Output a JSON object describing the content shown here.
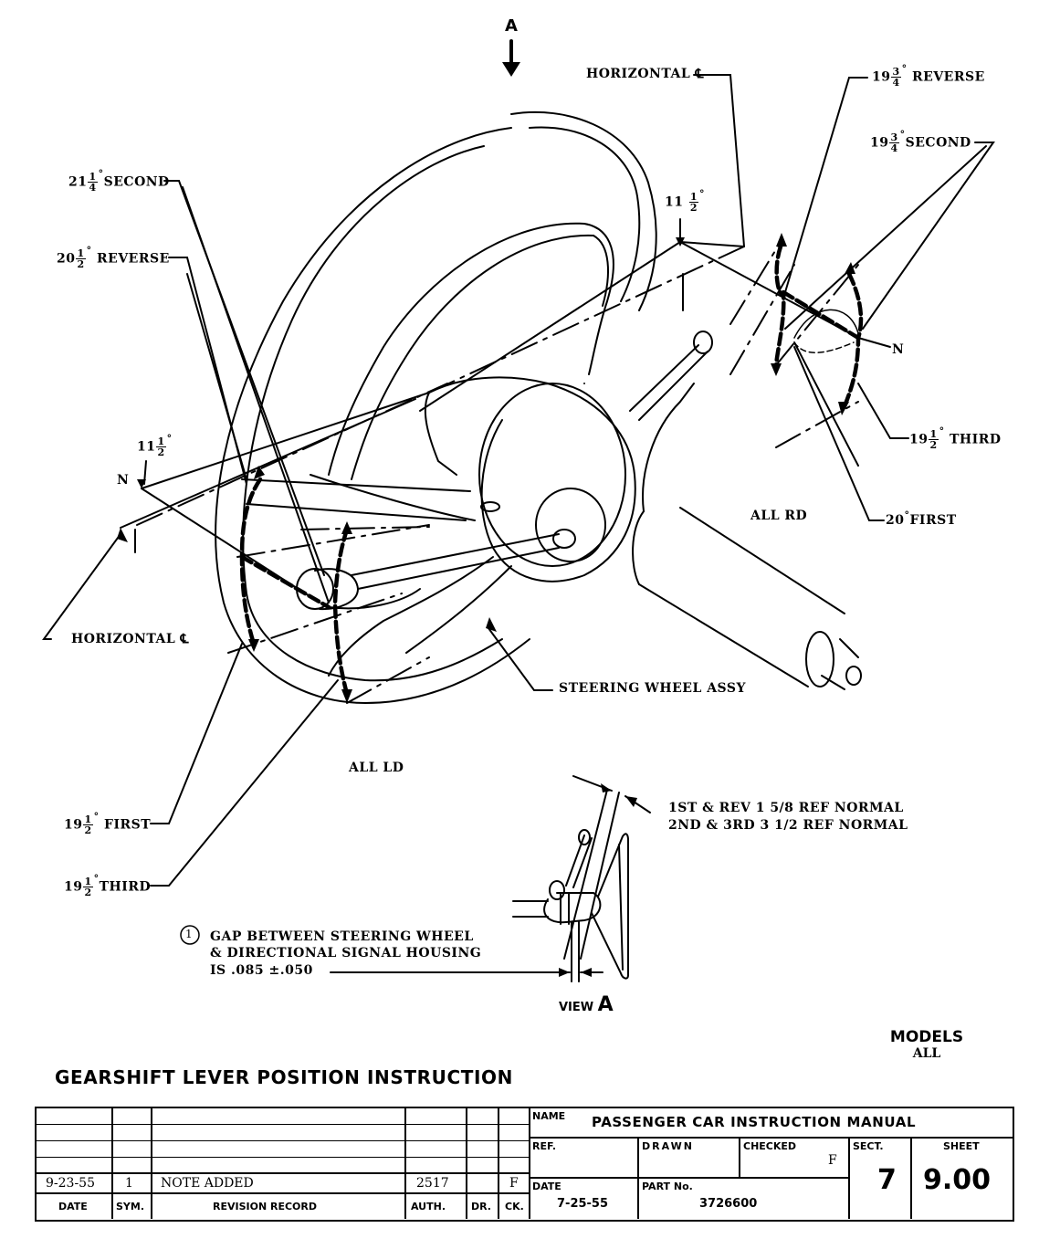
{
  "view_marker": {
    "letter": "A"
  },
  "callouts": {
    "horizontal_cl_top": "HORIZONTAL ℄",
    "horizontal_cl_left": "HORIZONTAL ℄",
    "rd_reverse": {
      "whole": "19",
      "num": "3",
      "den": "4",
      "label": "REVERSE"
    },
    "rd_second": {
      "whole": "19",
      "num": "3",
      "den": "4",
      "label": "SECOND"
    },
    "rd_third": {
      "whole": "19",
      "num": "1",
      "den": "2",
      "label": "THIRD"
    },
    "rd_first": {
      "whole": "20",
      "label": "FIRST"
    },
    "rd_angle": {
      "whole": "11",
      "num": "1",
      "den": "2"
    },
    "rd_n": "N",
    "ld_second": {
      "whole": "21",
      "num": "1",
      "den": "4",
      "label": "SECOND"
    },
    "ld_reverse": {
      "whole": "20",
      "num": "1",
      "den": "2",
      "label": "REVERSE"
    },
    "ld_first": {
      "whole": "19",
      "num": "1",
      "den": "2",
      "label": "FIRST"
    },
    "ld_third": {
      "whole": "19",
      "num": "1",
      "den": "2",
      "label": "THIRD"
    },
    "ld_angle": {
      "whole": "11",
      "num": "1",
      "den": "2"
    },
    "ld_n": "N",
    "all_rd": "ALL RD",
    "all_ld": "ALL LD",
    "steering_wheel_assy": "STEERING WHEEL ASSY",
    "degree": "°"
  },
  "view_a": {
    "spec_line_1": "1ST & REV   1 5/8 REF NORMAL",
    "spec_line_2": "2ND & 3RD   3 1/2 REF NORMAL",
    "note_number": "1",
    "note_line_1": "GAP BETWEEN STEERING WHEEL",
    "note_line_2": "& DIRECTIONAL SIGNAL HOUSING",
    "note_line_3": "IS .085 ±.050",
    "caption_prefix": "VIEW",
    "caption_letter": "A"
  },
  "title": "GEARSHIFT LEVER POSITION INSTRUCTION",
  "models": {
    "heading": "MODELS",
    "value": "ALL"
  },
  "title_block": {
    "revision": {
      "rows": [
        {
          "date": "",
          "sym": "",
          "record": "",
          "auth": "",
          "dr": "",
          "ck": ""
        },
        {
          "date": "",
          "sym": "",
          "record": "",
          "auth": "",
          "dr": "",
          "ck": ""
        },
        {
          "date": "",
          "sym": "",
          "record": "",
          "auth": "",
          "dr": "",
          "ck": ""
        },
        {
          "date": "",
          "sym": "",
          "record": "",
          "auth": "",
          "dr": "",
          "ck": ""
        },
        {
          "date": "9-23-55",
          "sym": "1",
          "record": "NOTE ADDED",
          "auth": "2517",
          "dr": "",
          "ck": "F"
        }
      ],
      "headers": {
        "date": "DATE",
        "sym": "SYM.",
        "record": "REVISION RECORD",
        "auth": "AUTH.",
        "dr": "DR.",
        "ck": "CK."
      }
    },
    "name_label": "NAME",
    "name_value": "PASSENGER CAR INSTRUCTION MANUAL",
    "ref_label": "REF.",
    "ref_value": "",
    "drawn_label": "DRAWN",
    "drawn_value": "",
    "checked_label": "CHECKED",
    "checked_value": "F",
    "sect_label": "SECT.",
    "sect_value": "7",
    "sheet_label": "SHEET",
    "sheet_value": "9.00",
    "date_label": "DATE",
    "date_value": "7-25-55",
    "part_label": "PART No.",
    "part_value": "3726600"
  }
}
